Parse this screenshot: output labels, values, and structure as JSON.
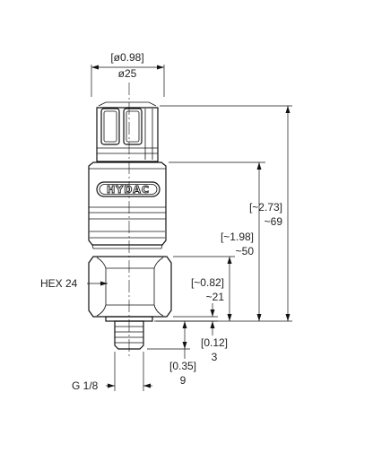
{
  "dimensions": {
    "diameter_in": "[ø0.98]",
    "diameter_mm": "ø25",
    "overall_in": "[~2.73]",
    "overall_mm": "~69",
    "hex_top_in": "[~1.98]",
    "hex_top_mm": "~50",
    "hex_height_in": "[~0.82]",
    "hex_height_mm": "~21",
    "collar_in": "[0.12]",
    "collar_mm": "3",
    "thread_len_in": "[0.35]",
    "thread_len_mm": "9",
    "hex_label": "HEX 24",
    "thread_label": "G 1/8"
  },
  "logo": {
    "text": "HYDAC"
  },
  "colors": {
    "line": "#111111",
    "text": "#222222"
  }
}
